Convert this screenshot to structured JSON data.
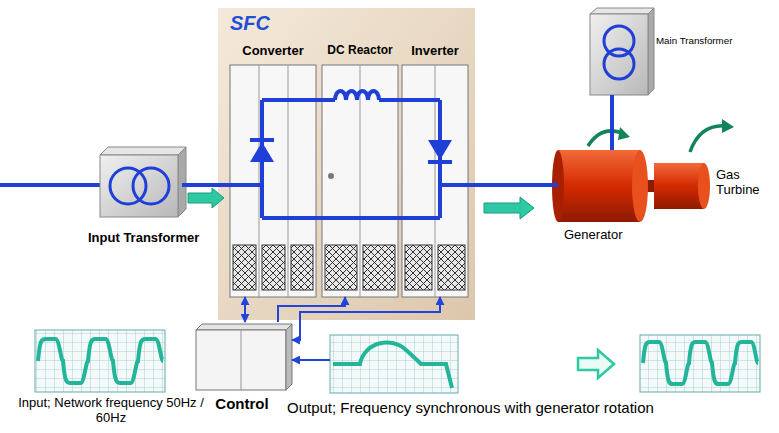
{
  "diagram": {
    "nodes": [
      {
        "text": [
          "Input Transformer"
        ]
      },
      {
        "text": [
          "SFC"
        ]
      },
      {
        "text": [
          "Converter"
        ],
        "in": 1
      },
      {
        "text": [
          "DC Reactor"
        ],
        "in": 1
      },
      {
        "text": [
          "Inverter"
        ],
        "in": 1
      },
      {
        "text": [
          "Main Transformer"
        ]
      },
      {
        "text": [
          "Generator"
        ]
      },
      {
        "text": [
          "Gas Turbine"
        ]
      },
      {
        "text": [
          "Control"
        ]
      },
      {
        "text": [
          "Input; Network frequency 50Hz / 60Hz"
        ]
      },
      {
        "text": [
          "Output; Frequency synchronous with generator rotation"
        ]
      }
    ],
    "edges": [
      {
        "from": 0,
        "to": 2,
        "arrow": "none"
      },
      {
        "from": 2,
        "to": 3,
        "arrow": "none"
      },
      {
        "from": 3,
        "to": 4,
        "arrow": "none"
      },
      {
        "from": 4,
        "to": 6,
        "arrow": "none"
      },
      {
        "from": 5,
        "to": 6,
        "arrow": "none"
      },
      {
        "from": 8,
        "to": 2,
        "arrow": "both"
      },
      {
        "from": 8,
        "to": 3,
        "arrow": "to"
      },
      {
        "from": 4,
        "to": 8,
        "arrow": "both"
      },
      {
        "from": 10,
        "to": 8,
        "arrow": "to"
      }
    ]
  }
}
